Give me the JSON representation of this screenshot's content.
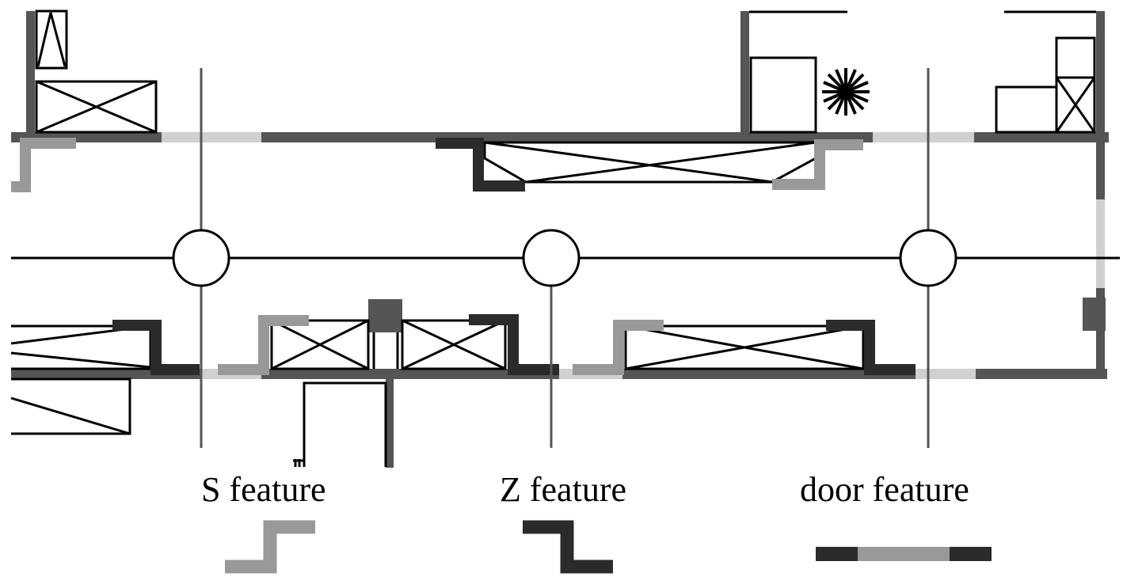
{
  "colors": {
    "wall": "#555555",
    "s_feature": "#999999",
    "z_feature": "#2b2b2b",
    "door_gap": "#d0d0d0",
    "ink": "#000000",
    "background": "#ffffff"
  },
  "legend": {
    "s_label": "S feature",
    "z_label": "Z feature",
    "door_label": "door feature"
  },
  "icons": {
    "pillar": "circle-outline",
    "plant": "star-burst",
    "furniture": "crossed-box"
  }
}
